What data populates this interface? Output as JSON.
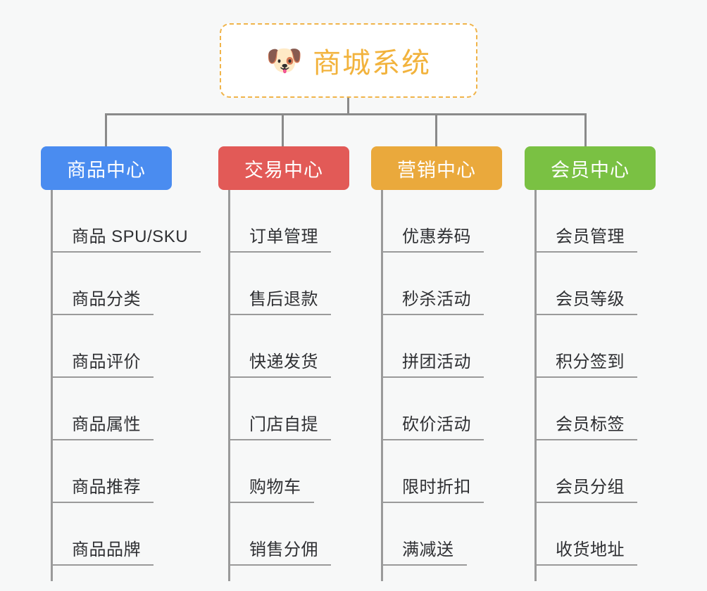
{
  "page": {
    "background_color": "#f7f8f8",
    "line_color": "#8a8a8a"
  },
  "root": {
    "title": "商城系统",
    "icon": "shiba-dog-face-emoji",
    "icon_glyph": "🐶",
    "text_color": "#f2b33d",
    "border_color": "#f0b44a",
    "border_style": "dashed"
  },
  "branches": [
    {
      "label": "商品中心",
      "color": "#4a8cf0",
      "items": [
        "商品 SPU/SKU",
        "商品分类",
        "商品评价",
        "商品属性",
        "商品推荐",
        "商品品牌"
      ]
    },
    {
      "label": "交易中心",
      "color": "#e25a57",
      "items": [
        "订单管理",
        "售后退款",
        "快递发货",
        "门店自提",
        "购物车",
        "销售分佣"
      ]
    },
    {
      "label": "营销中心",
      "color": "#eaa93c",
      "items": [
        "优惠券码",
        "秒杀活动",
        "拼团活动",
        "砍价活动",
        "限时折扣",
        "满减送"
      ]
    },
    {
      "label": "会员中心",
      "color": "#7ac143",
      "items": [
        "会员管理",
        "会员等级",
        "积分签到",
        "会员标签",
        "会员分组",
        "收货地址"
      ]
    }
  ]
}
